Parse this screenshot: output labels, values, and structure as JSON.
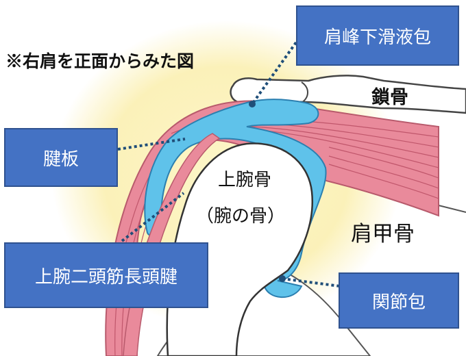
{
  "caption": "※右肩を正面からみた図",
  "labels": {
    "subacromial_bursa": "肩峰下滑液包",
    "rotator_cuff": "腱板",
    "biceps_tendon": "上腕二頭筋長頭腱",
    "joint_capsule": "関節包"
  },
  "bones": {
    "clavicle": "鎖骨",
    "humerus": "上腕骨",
    "humerus_note": "（腕の骨）",
    "scapula": "肩甲骨"
  },
  "colors": {
    "label_box": "#4472c4",
    "bursa_fluid": "#5fc2ea",
    "muscle": "#e98a9b",
    "halo": "#fbf3c0",
    "leader_line": "#1f4e79"
  }
}
